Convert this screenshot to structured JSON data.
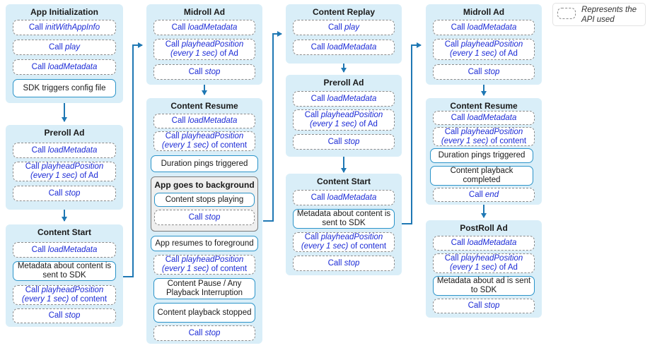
{
  "legend": {
    "text": "Represents the API used"
  },
  "panels": {
    "app_init": {
      "title": "App Initialization",
      "api1": {
        "word": "Call",
        "fn": "initWithAppInfo"
      },
      "api2": {
        "word": "Call",
        "fn": "play"
      },
      "api3": {
        "word": "Call",
        "fn": "loadMetadata"
      },
      "ev1": "SDK triggers config file"
    },
    "preroll1": {
      "title": "Preroll Ad",
      "api1": {
        "word": "Call",
        "fn": "loadMetadata"
      },
      "api2": {
        "word": "Call",
        "fn": "playheadPosition",
        "line2": "(every 1 sec)",
        "tail": "of Ad"
      },
      "api3": {
        "word": "Call",
        "fn": "stop"
      }
    },
    "content_start1": {
      "title": "Content Start",
      "api1": {
        "word": "Call",
        "fn": "loadMetadata"
      },
      "ev1": "Metadata about content is sent to SDK",
      "api2": {
        "word": "Call",
        "fn": "playheadPosition",
        "line2": "(every 1 sec)",
        "tail": "of content"
      },
      "api3": {
        "word": "Call",
        "fn": "stop"
      }
    },
    "midroll1": {
      "title": "Midroll Ad",
      "api1": {
        "word": "Call",
        "fn": "loadMetadata"
      },
      "api2": {
        "word": "Call",
        "fn": "playheadPosition",
        "line2": "(every 1 sec)",
        "tail": "of Ad"
      },
      "api3": {
        "word": "Call",
        "fn": "stop"
      }
    },
    "content_resume1": {
      "title": "Content Resume",
      "api1": {
        "word": "Call",
        "fn": "loadMetadata"
      },
      "api2": {
        "word": "Call",
        "fn": "playheadPosition",
        "line2": "(every 1 sec)",
        "tail": "of content"
      },
      "ev1": "Duration pings triggered",
      "background": {
        "title": "App goes to background",
        "ev1": "Content stops playing",
        "api1": {
          "word": "Call",
          "fn": "stop"
        }
      },
      "ev2": "App resumes to foreground",
      "api3": {
        "word": "Call",
        "fn": "playheadPosition",
        "line2": "(every 1 sec)",
        "tail": "of content"
      },
      "ev3": "Content Pause / Any Playback Interruption",
      "ev4": "Content playback stopped",
      "api4": {
        "word": "Call",
        "fn": "stop"
      }
    },
    "content_replay": {
      "title": "Content Replay",
      "api1": {
        "word": "Call",
        "fn": "play"
      },
      "api2": {
        "word": "Call",
        "fn": "loadMetadata"
      }
    },
    "preroll2": {
      "title": "Preroll Ad",
      "api1": {
        "word": "Call",
        "fn": "loadMetadata"
      },
      "api2": {
        "word": "Call",
        "fn": "playheadPosition",
        "line2": "(every 1 sec)",
        "tail": "of Ad"
      },
      "api3": {
        "word": "Call",
        "fn": "stop"
      }
    },
    "content_start2": {
      "title": "Content Start",
      "api1": {
        "word": "Call",
        "fn": "loadMetadata"
      },
      "ev1": "Metadata about content is sent to SDK",
      "api2": {
        "word": "Call",
        "fn": "playheadPosition",
        "line2": "(every 1 sec)",
        "tail": "of content"
      },
      "api3": {
        "word": "Call",
        "fn": "stop"
      }
    },
    "midroll2": {
      "title": "Midroll Ad",
      "api1": {
        "word": "Call",
        "fn": "loadMetadata"
      },
      "api2": {
        "word": "Call",
        "fn": "playheadPosition",
        "line2": "(every 1 sec)",
        "tail": "of Ad"
      },
      "api3": {
        "word": "Call",
        "fn": "stop"
      }
    },
    "content_resume2": {
      "title": "Content Resume",
      "api1": {
        "word": "Call",
        "fn": "loadMetadata"
      },
      "api2": {
        "word": "Call",
        "fn": "playheadPosition",
        "line2": "(every 1 sec)",
        "tail": "of content"
      },
      "ev1": "Duration pings triggered",
      "ev2": "Content playback completed",
      "api3": {
        "word": "Call",
        "fn": "end"
      }
    },
    "postroll": {
      "title": "PostRoll Ad",
      "api1": {
        "word": "Call",
        "fn": "loadMetadata"
      },
      "api2": {
        "word": "Call",
        "fn": "playheadPosition",
        "line2": "(every 1 sec)",
        "tail": "of Ad"
      },
      "ev1": "Metadata about ad is sent to SDK",
      "api3": {
        "word": "Call",
        "fn": "stop"
      }
    }
  }
}
